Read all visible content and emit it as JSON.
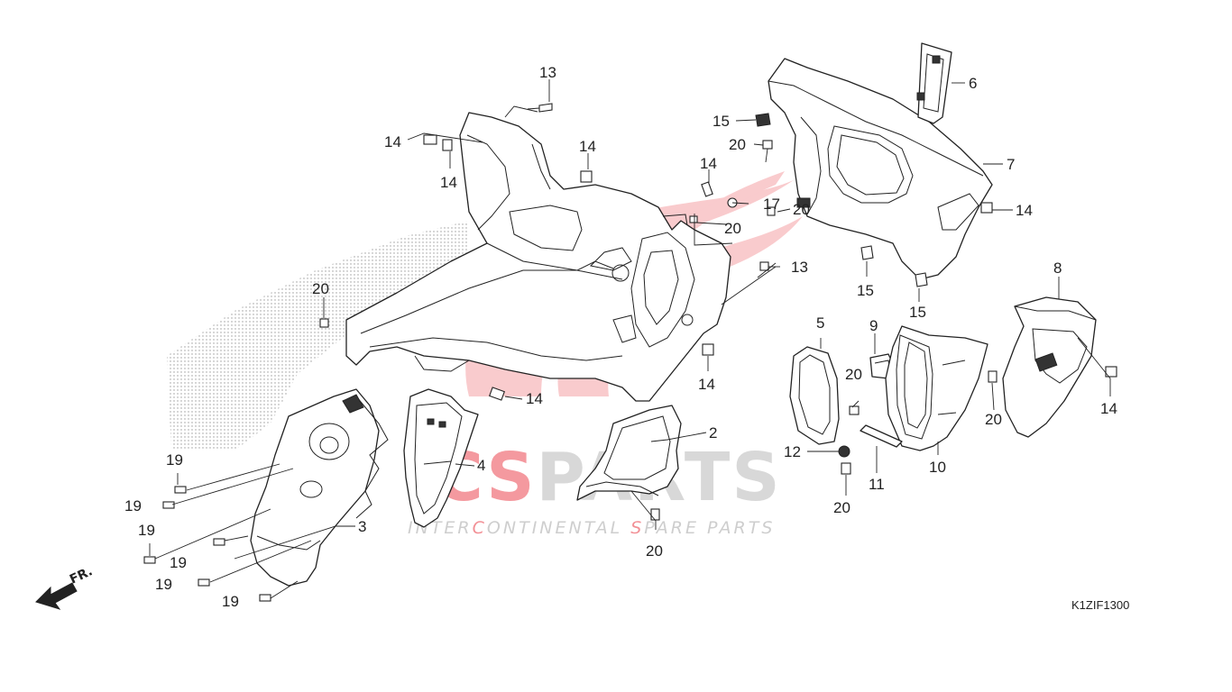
{
  "diagram": {
    "code": "K1ZIF1300",
    "direction_label": "FR.",
    "watermark": {
      "brand_left": "ICS",
      "brand_right": "PARTS",
      "tagline_parts": [
        "INTER",
        "C",
        "ONTINENTAL ",
        "S",
        "PARE PARTS"
      ],
      "accent_color": "#e8323c",
      "grey_color": "#c9c9c9"
    },
    "callouts": [
      {
        "id": "c13a",
        "label": "13"
      },
      {
        "id": "c14a",
        "label": "14"
      },
      {
        "id": "c14b",
        "label": "14"
      },
      {
        "id": "c14c",
        "label": "14"
      },
      {
        "id": "c14d",
        "label": "14"
      },
      {
        "id": "c17",
        "label": "17"
      },
      {
        "id": "c20a",
        "label": "20"
      },
      {
        "id": "c20b",
        "label": "20"
      },
      {
        "id": "c13b",
        "label": "13"
      },
      {
        "id": "c20c",
        "label": "20"
      },
      {
        "id": "c14e",
        "label": "14"
      },
      {
        "id": "c14f",
        "label": "14"
      },
      {
        "id": "c2",
        "label": "2"
      },
      {
        "id": "c4",
        "label": "4"
      },
      {
        "id": "c20d",
        "label": "20"
      },
      {
        "id": "c3",
        "label": "3"
      },
      {
        "id": "c19a",
        "label": "19"
      },
      {
        "id": "c19b",
        "label": "19"
      },
      {
        "id": "c19c",
        "label": "19"
      },
      {
        "id": "c19d",
        "label": "19"
      },
      {
        "id": "c19e",
        "label": "19"
      },
      {
        "id": "c19f",
        "label": "19"
      },
      {
        "id": "c15a",
        "label": "15"
      },
      {
        "id": "c20e",
        "label": "20"
      },
      {
        "id": "c6",
        "label": "6"
      },
      {
        "id": "c7",
        "label": "7"
      },
      {
        "id": "c14g",
        "label": "14"
      },
      {
        "id": "c15b",
        "label": "15"
      },
      {
        "id": "c15c",
        "label": "15"
      },
      {
        "id": "c5",
        "label": "5"
      },
      {
        "id": "c9",
        "label": "9"
      },
      {
        "id": "c20f",
        "label": "20"
      },
      {
        "id": "c12",
        "label": "12"
      },
      {
        "id": "c11",
        "label": "11"
      },
      {
        "id": "c10",
        "label": "10"
      },
      {
        "id": "c20g",
        "label": "20"
      },
      {
        "id": "c20h",
        "label": "20"
      },
      {
        "id": "c8",
        "label": "8"
      },
      {
        "id": "c14h",
        "label": "14"
      }
    ]
  }
}
